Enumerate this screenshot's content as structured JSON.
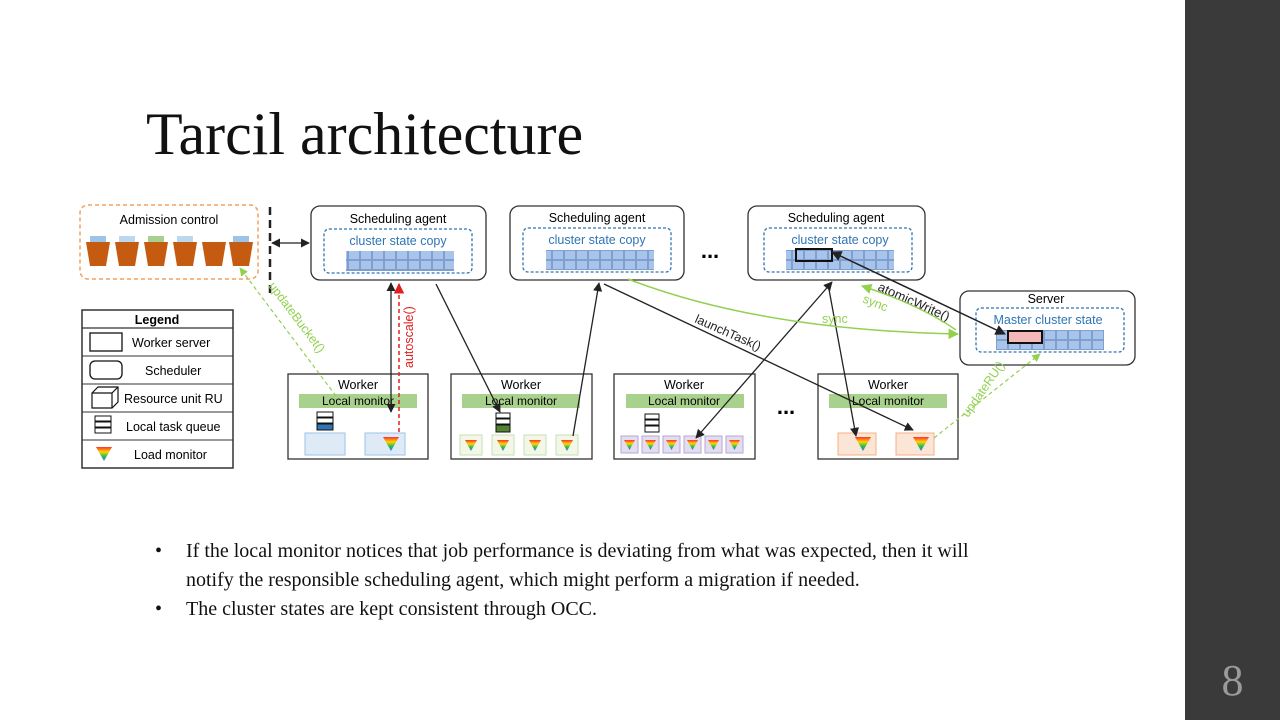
{
  "title": "Tarcil architecture",
  "page_number": "8",
  "diagram": {
    "admission_control": "Admission control",
    "scheduling_agent": "Scheduling agent",
    "cluster_state_copy": "cluster state copy",
    "ellipsis": "...",
    "server": "Server",
    "master_cluster_state": "Master cluster state",
    "worker": "Worker",
    "local_monitor": "Local monitor",
    "arrows": {
      "update_bucket": "updateBucket()",
      "autoscale": "autoscale()",
      "launch_task": "launchTask()",
      "atomic_write": "atomicWrite()",
      "sync": "sync",
      "update_ru": "updateRU()"
    },
    "legend": {
      "title": "Legend",
      "items": [
        "Worker server",
        "Scheduler",
        "Resource unit RU",
        "Local task queue",
        "Load monitor"
      ]
    },
    "colors": {
      "admission_border": "#f0a060",
      "cluster_copy_border": "#2e75b6",
      "local_monitor_fill": "#a9d18e",
      "update_arrow": "#92d050",
      "autoscale_arrow": "#e02020"
    }
  },
  "bullets": [
    "If the local monitor notices that job performance is deviating from what was expected, then it will notify the responsible scheduling agent, which might perform a migration if needed.",
    "The cluster states are kept consistent through OCC."
  ]
}
